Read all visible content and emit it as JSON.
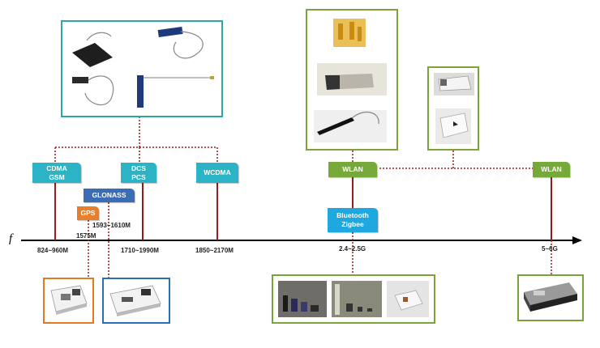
{
  "axis": {
    "label": "f"
  },
  "tags": {
    "cdma_gsm": [
      "CDMA",
      "GSM"
    ],
    "dcs_pcs": [
      "DCS",
      "PCS"
    ],
    "wcdma": "WCDMA",
    "glonass": "GLONASS",
    "gps": "GPS",
    "wlan_24": "WLAN",
    "wlan_5": "WLAN",
    "bluetooth_zigbee": [
      "Bluetooth",
      "Zigbee"
    ]
  },
  "frequencies": {
    "cdma_gsm": "824~960M",
    "gps": "1575M",
    "glonass": "1593~1610M",
    "dcs_pcs": "1710~1990M",
    "wcdma": "1850~2170M",
    "wlan_24": "2.4~2.5G",
    "wlan_5": "5~6G"
  },
  "colors": {
    "teal_tag": "#2bb3c6",
    "blue_tag": "#3a6db5",
    "orange_tag": "#e97e2b",
    "green_tag": "#77a93a",
    "cyan_tag": "#1fa8e0",
    "box_teal": "#2fa6a6",
    "box_green": "#7ca33a",
    "box_orange": "#e07a1f",
    "box_blue": "#2a6fb5",
    "connector_red": "#9b1c1c"
  },
  "icons": [
    "fpc-antenna-with-cable",
    "ceramic-chip-antenna",
    "pcb-antenna-with-cable"
  ]
}
